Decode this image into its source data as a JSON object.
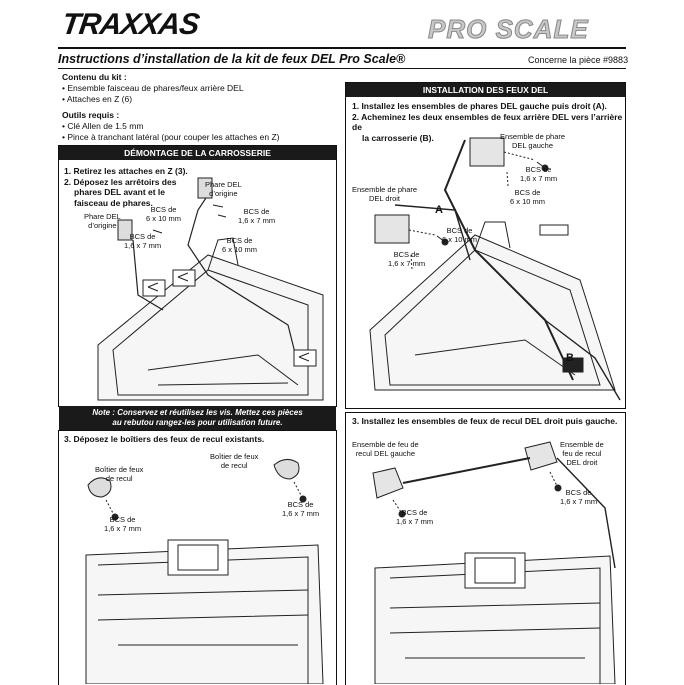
{
  "header": {
    "brand": "TRAXXAS",
    "product_line": "PRO SCALE",
    "title": "Instructions d’installation de la kit de feux DEL Pro Scale®",
    "part_ref": "Concerne la pièce #9883"
  },
  "kit": {
    "heading": "Contenu du kit :",
    "items": [
      "Ensemble faisceau de phares/feux arrière DEL",
      "Attaches en Z (6)"
    ]
  },
  "tools": {
    "heading": "Outils requis :",
    "items": [
      "Clé Allen de 1.5 mm",
      "Pince à tranchant latéral (pour couper les attaches en Z)"
    ]
  },
  "left_panel": {
    "heading": "DÉMONTAGE DE LA CARROSSERIE",
    "step1": "1. Retirez les attaches en Z (3).",
    "step2a": "2. Déposez les arrêtoirs des",
    "step2b": "phares DEL avant et le",
    "step2c": "faisceau de phares.",
    "lbl_phare_l1": "Phare DEL",
    "lbl_phare_l2": "d’origine",
    "lbl_phare_r1": "Phare DEL",
    "lbl_phare_r2": "d’origine",
    "lbl_bcs10a_1": "BCS de",
    "lbl_bcs10a_2": "6 x 10 mm",
    "lbl_bcs7a_1": "BCS de",
    "lbl_bcs7a_2": "1,6 x 7 mm",
    "lbl_bcs7b_1": "BCS de",
    "lbl_bcs7b_2": "1,6 x 7 mm",
    "lbl_bcs10b_1": "BCS de",
    "lbl_bcs10b_2": "6 x 10 mm",
    "note_1": "Note : Conservez et réutilisez les vis. Mettez ces pièces",
    "note_2": "au rebutou rangez-les pour utilisation future.",
    "step3": "3. Déposez le boîtiers des feux de recul existants.",
    "lbl_boitier_l1": "Boîtier de feux",
    "lbl_boitier_l2": "de recul",
    "lbl_boitier_r1": "Boîtier de feux",
    "lbl_boitier_r2": "de recul",
    "lbl_bcs_l1": "BCS de",
    "lbl_bcs_l2": "1,6 x 7 mm",
    "lbl_bcs_r1": "BCS de",
    "lbl_bcs_r2": "1,6 x 7 mm"
  },
  "right_panel": {
    "heading": "INSTALLATION DES FEUX DEL",
    "step1": "1. Installez les ensembles de phares DEL gauche puis droit (A).",
    "step2a": "2. Acheminez les deux ensembles de feux arrière DEL vers l’arrière de",
    "step2b": "la carrosserie (B).",
    "lbl_gauche_1": "Ensemble de phare",
    "lbl_gauche_2": "DEL gauche",
    "lbl_droit_1": "Ensemble de phare",
    "lbl_droit_2": "DEL droit",
    "lbl_bcs7a_1": "BCS de",
    "lbl_bcs7a_2": "1,6 x 7 mm",
    "lbl_bcs10a_1": "BCS de",
    "lbl_bcs10a_2": "6 x 10 mm",
    "lbl_bcs10b_1": "BCS de",
    "lbl_bcs10b_2": "6 x 10 mm",
    "lbl_bcs7b_1": "BCS de",
    "lbl_bcs7b_2": "1,6 x 7 mm",
    "callout_a": "A",
    "callout_b": "B",
    "step3": "3. Installez les ensembles de feux de recul DEL droit puis gauche.",
    "lbl_recul_g1": "Ensemble de feu de",
    "lbl_recul_g2": "recul DEL gauche",
    "lbl_recul_d1": "Ensemble de",
    "lbl_recul_d2": "feu de recul",
    "lbl_recul_d3": "DEL droit",
    "lbl_bcs_g1": "BCS de",
    "lbl_bcs_g2": "1,6 x 7 mm",
    "lbl_bcs_d1": "BCS de",
    "lbl_bcs_d2": "1,6 x 7 mm"
  }
}
